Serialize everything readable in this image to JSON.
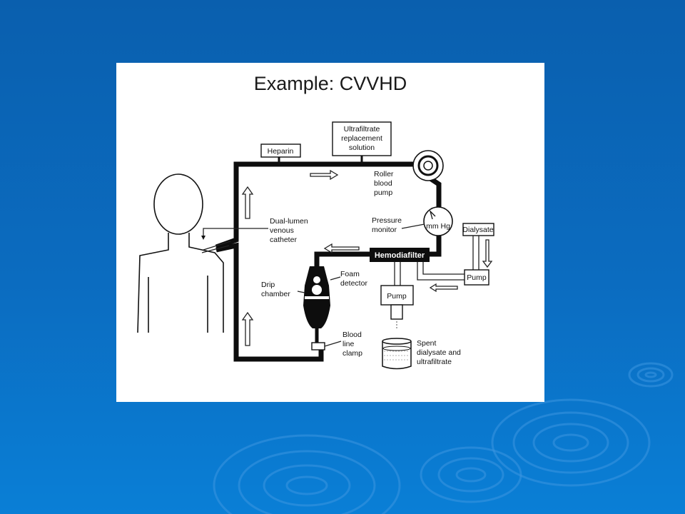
{
  "slide": {
    "title": "Example: CVVHD"
  },
  "diagram": {
    "labels": {
      "heparin": "Heparin",
      "ultrafiltrate_1": "Ultrafiltrate",
      "ultrafiltrate_2": "replacement",
      "ultrafiltrate_3": "solution",
      "roller_1": "Roller",
      "roller_2": "blood",
      "roller_3": "pump",
      "pressure_1": "Pressure",
      "pressure_2": "monitor",
      "gauge": "mm  Hg",
      "dialysate": "Dialysate",
      "dialysate_pump": "Pump",
      "hemodiafilter": "Hemodiafilter",
      "catheter_1": "Dual-lumen",
      "catheter_2": "venous",
      "catheter_3": "catheter",
      "foam_1": "Foam",
      "foam_2": "detector",
      "drip_1": "Drip",
      "drip_2": "chamber",
      "effluent_pump": "Pump",
      "clamp_1": "Blood",
      "clamp_2": "line",
      "clamp_3": "clamp",
      "spent_1": "Spent",
      "spent_2": "dialysate and",
      "spent_3": "ultrafiltrate"
    }
  },
  "colors": {
    "background_top": "#0a5fae",
    "background_bottom": "#0a7fd6",
    "card": "#ffffff",
    "line": "#0d0d0d"
  }
}
